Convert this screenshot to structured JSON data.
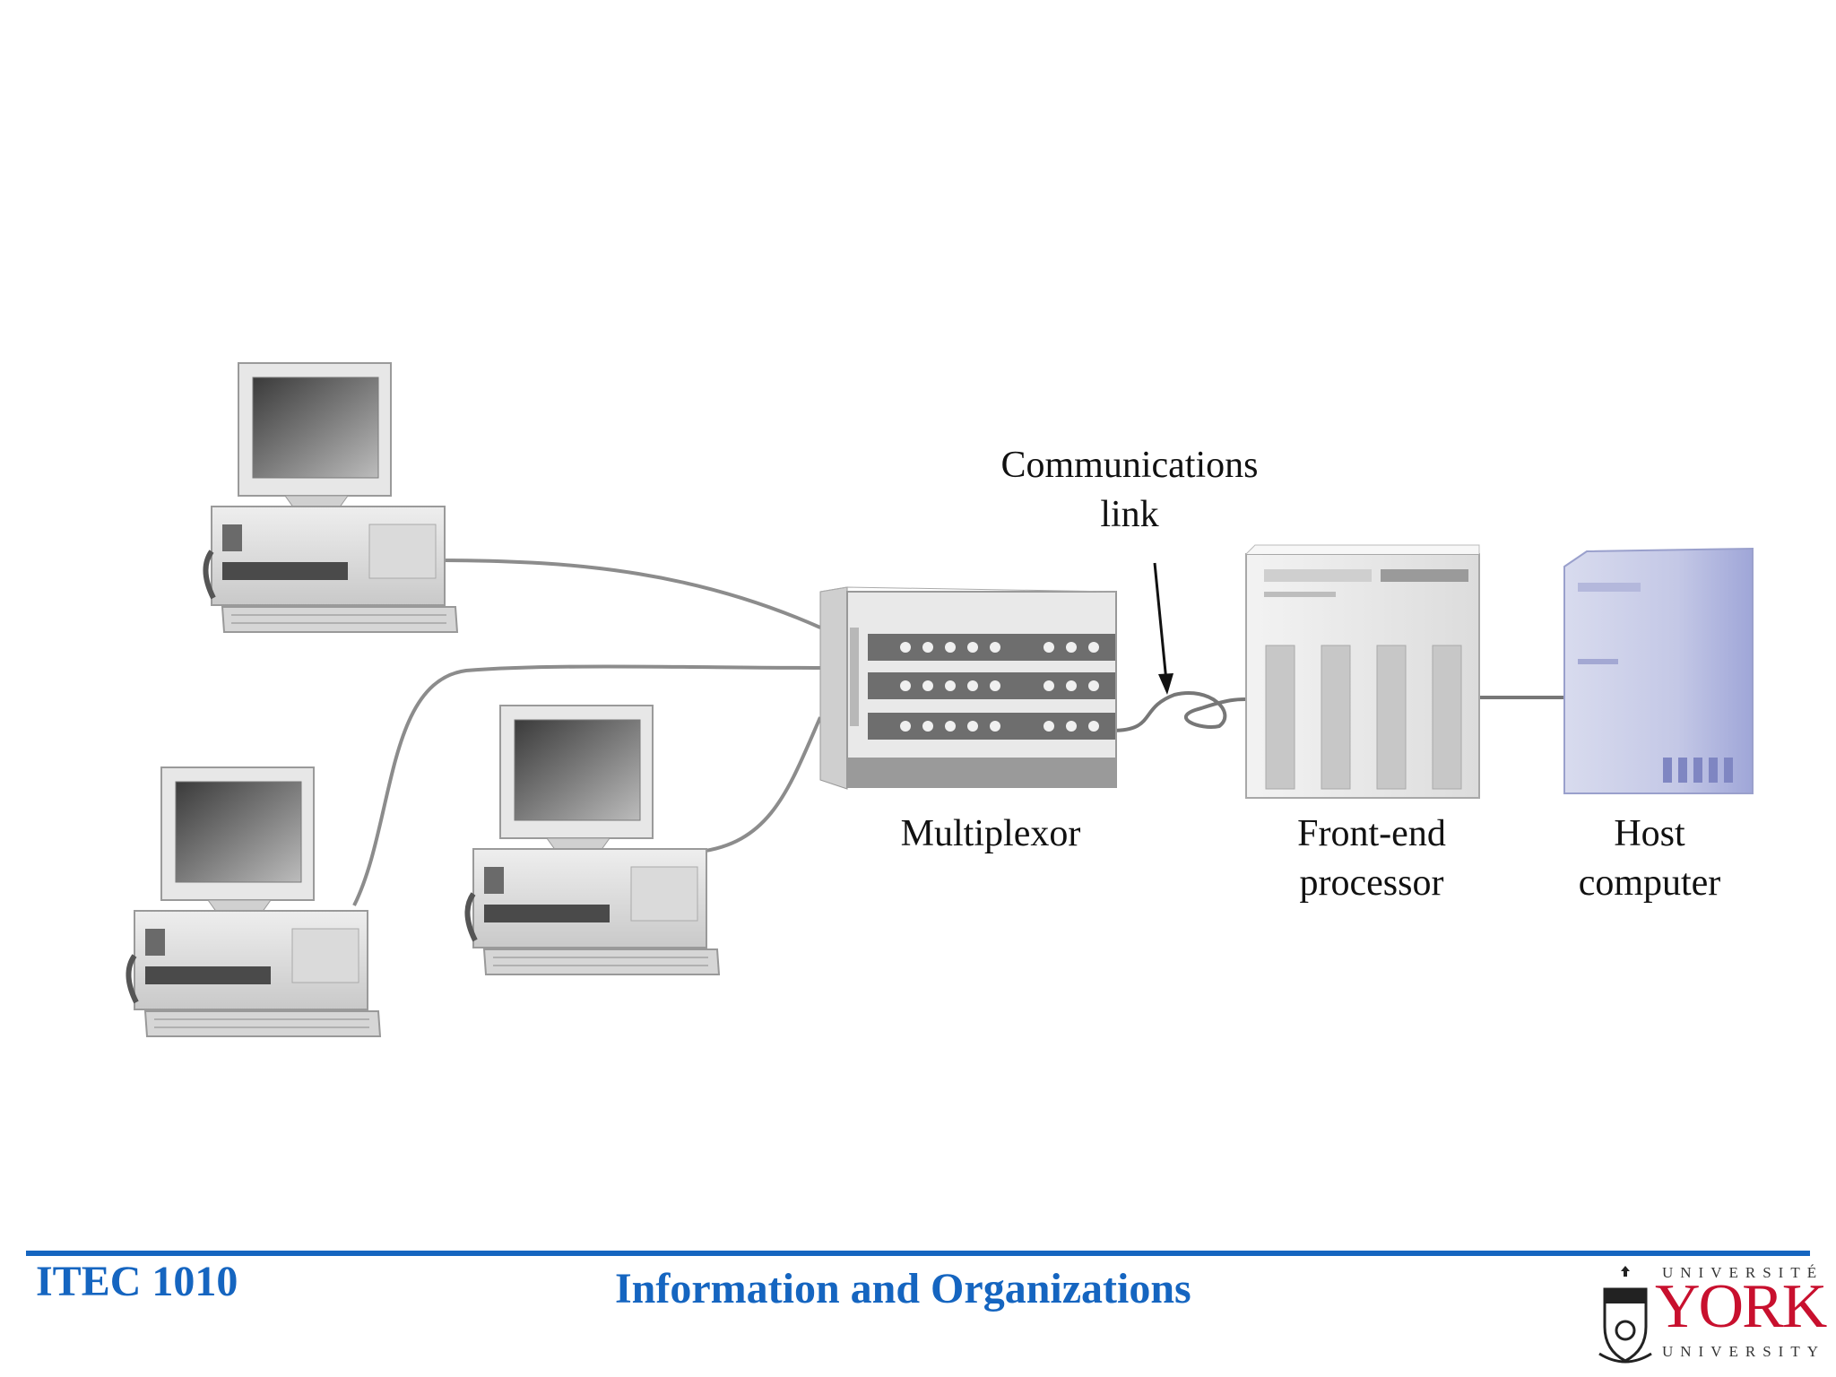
{
  "diagram": {
    "labels": {
      "communications_link": [
        "Communications",
        "link"
      ],
      "multiplexor": "Multiplexor",
      "front_end_processor": [
        "Front-end",
        "processor"
      ],
      "host_computer": [
        "Host",
        "computer"
      ]
    }
  },
  "footer": {
    "course_code": "ITEC 1010",
    "course_title": "Information and Organizations",
    "logo": {
      "top_text": "UNIVERSITÉ",
      "main_text": "YORK",
      "bottom_text": "UNIVERSITY"
    }
  },
  "colors": {
    "accent": "#1565c0",
    "logo_red": "#c8102e"
  }
}
